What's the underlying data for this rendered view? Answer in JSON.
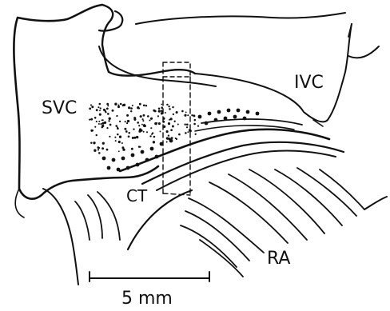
{
  "labels": {
    "svc": "SVC",
    "ivc": "IVC",
    "ct": "CT",
    "ra": "RA"
  },
  "scale_bar": {
    "label": "5 mm"
  },
  "colors": {
    "ink": "#111111",
    "background": "#ffffff"
  }
}
